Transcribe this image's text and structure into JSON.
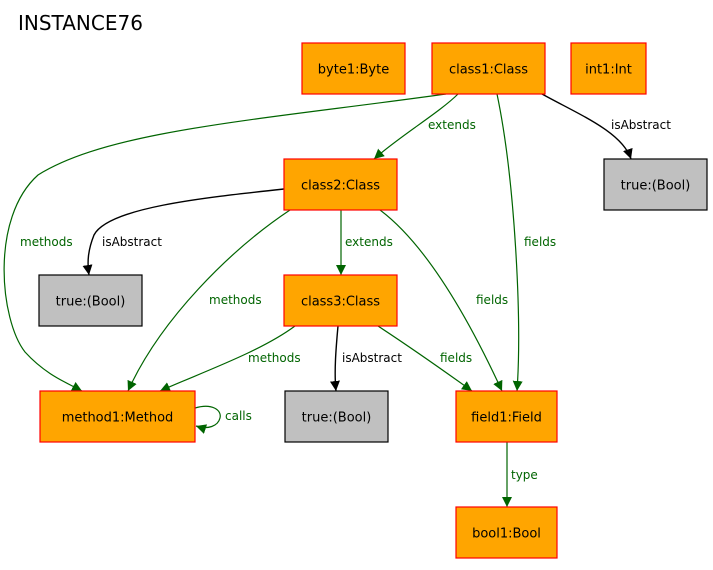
{
  "title": "INSTANCE76",
  "colors": {
    "object_fill": "#ffa500",
    "object_border": "#ff0000",
    "value_fill": "#c0c0c0",
    "value_border": "#000000",
    "reference_edge": "#006400",
    "attribute_edge": "#000000"
  },
  "nodes": [
    {
      "id": "byte1",
      "label": "byte1:Byte",
      "kind": "object"
    },
    {
      "id": "class1",
      "label": "class1:Class",
      "kind": "object"
    },
    {
      "id": "int1",
      "label": "int1:Int",
      "kind": "object"
    },
    {
      "id": "true1",
      "label": "true:(Bool)",
      "kind": "value"
    },
    {
      "id": "class2",
      "label": "class2:Class",
      "kind": "object"
    },
    {
      "id": "true2",
      "label": "true:(Bool)",
      "kind": "value"
    },
    {
      "id": "class3",
      "label": "class3:Class",
      "kind": "object"
    },
    {
      "id": "method1",
      "label": "method1:Method",
      "kind": "object"
    },
    {
      "id": "true3",
      "label": "true:(Bool)",
      "kind": "value"
    },
    {
      "id": "field1",
      "label": "field1:Field",
      "kind": "object"
    },
    {
      "id": "bool1",
      "label": "bool1:Bool",
      "kind": "object"
    }
  ],
  "edges": [
    {
      "id": "e1",
      "from": "class1",
      "to": "class2",
      "label": "extends",
      "kind": "reference"
    },
    {
      "id": "e2",
      "from": "class1",
      "to": "true1",
      "label": "isAbstract",
      "kind": "attribute"
    },
    {
      "id": "e3",
      "from": "class1",
      "to": "method1",
      "label": "methods",
      "kind": "reference"
    },
    {
      "id": "e4",
      "from": "class1",
      "to": "field1",
      "label": "fields",
      "kind": "reference"
    },
    {
      "id": "e5",
      "from": "class2",
      "to": "true2",
      "label": "isAbstract",
      "kind": "attribute"
    },
    {
      "id": "e6",
      "from": "class2",
      "to": "class3",
      "label": "extends",
      "kind": "reference"
    },
    {
      "id": "e7",
      "from": "class2",
      "to": "method1",
      "label": "methods",
      "kind": "reference"
    },
    {
      "id": "e8",
      "from": "class2",
      "to": "field1",
      "label": "fields",
      "kind": "reference"
    },
    {
      "id": "e9",
      "from": "class3",
      "to": "method1",
      "label": "methods",
      "kind": "reference"
    },
    {
      "id": "e10",
      "from": "class3",
      "to": "true3",
      "label": "isAbstract",
      "kind": "attribute"
    },
    {
      "id": "e11",
      "from": "class3",
      "to": "field1",
      "label": "fields",
      "kind": "reference"
    },
    {
      "id": "e12",
      "from": "method1",
      "to": "method1",
      "label": "calls",
      "kind": "reference"
    },
    {
      "id": "e13",
      "from": "field1",
      "to": "bool1",
      "label": "type",
      "kind": "reference"
    }
  ]
}
